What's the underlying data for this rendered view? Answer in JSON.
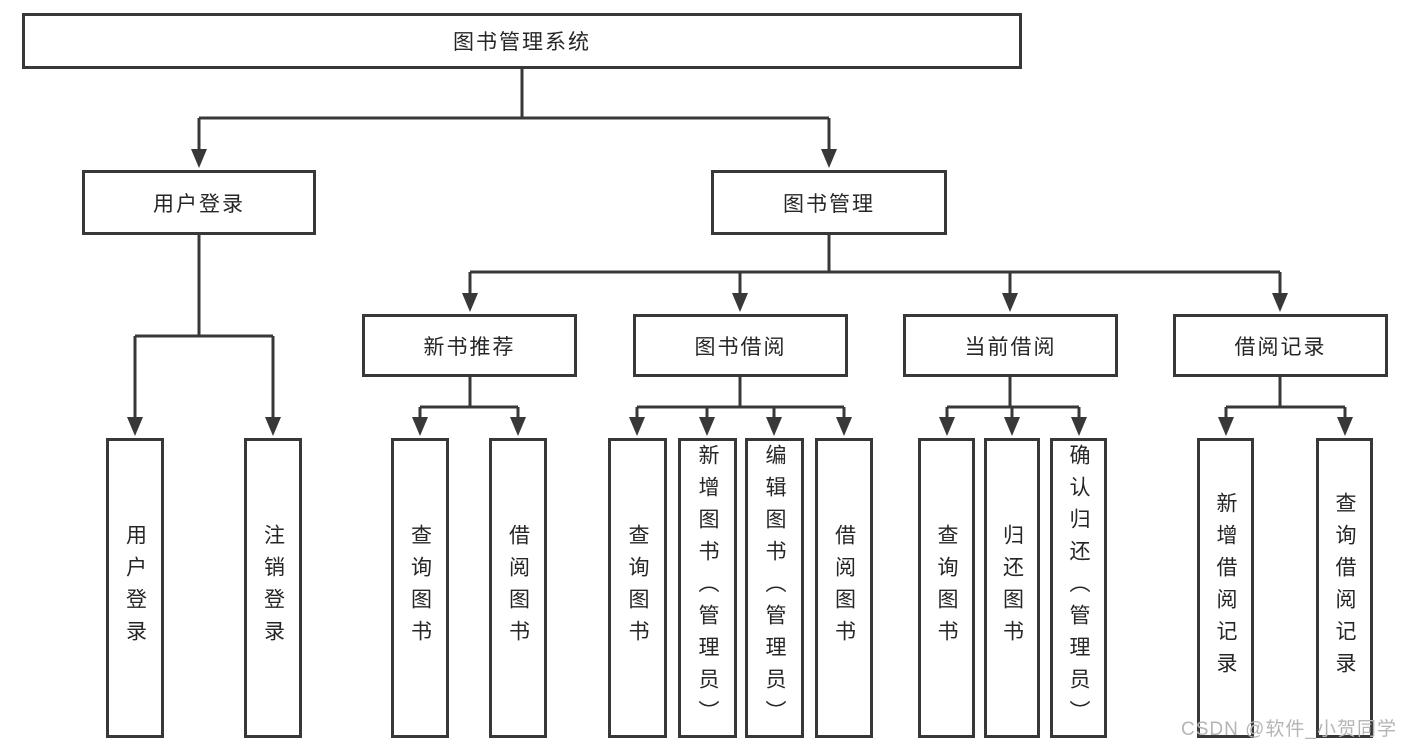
{
  "colors": {
    "line": "#383838",
    "text": "#262626",
    "background": "#ffffff",
    "watermark": "#b5b5b5"
  },
  "watermark": "CSDN @软件_小贺同学",
  "tree": {
    "root": {
      "label": "图书管理系统"
    },
    "branches": [
      {
        "label": "用户登录",
        "children": [
          {
            "label": "用户登录"
          },
          {
            "label": "注销登录"
          }
        ]
      },
      {
        "label": "图书管理",
        "children": [
          {
            "label": "新书推荐",
            "children": [
              {
                "label": "查询图书"
              },
              {
                "label": "借阅图书"
              }
            ]
          },
          {
            "label": "图书借阅",
            "children": [
              {
                "label": "查询图书"
              },
              {
                "label": "新增图书（管理员）"
              },
              {
                "label": "编辑图书（管理员）"
              },
              {
                "label": "借阅图书"
              }
            ]
          },
          {
            "label": "当前借阅",
            "children": [
              {
                "label": "查询图书"
              },
              {
                "label": "归还图书"
              },
              {
                "label": "确认归还（管理员）"
              }
            ]
          },
          {
            "label": "借阅记录",
            "children": [
              {
                "label": "新增借阅记录"
              },
              {
                "label": "查询借阅记录"
              }
            ]
          }
        ]
      }
    ]
  }
}
